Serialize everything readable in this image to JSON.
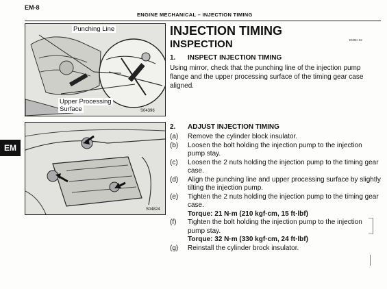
{
  "header": {
    "page_code": "EM-8",
    "section": "ENGINE MECHANICAL – INJECTION TIMING"
  },
  "tab": "EM",
  "figure1": {
    "label_top": "Punching Line",
    "label_bottom_1": "Upper Processing",
    "label_bottom_2": "Surface",
    "code": "S04396"
  },
  "figure2": {
    "code": "S04824"
  },
  "title": "INJECTION TIMING",
  "subtitle": "INSPECTION",
  "doc_code": "EM0K-02",
  "step1": {
    "num": "1.",
    "heading": "INSPECT INJECTION TIMING",
    "text": "Using mirror, check that the punching line of the injection pump flange and the upper processing surface of the timing gear case aligned."
  },
  "step2": {
    "num": "2.",
    "heading": "ADJUST INJECTION TIMING",
    "items": [
      {
        "label": "(a)",
        "text": "Remove the cylinder block insulator."
      },
      {
        "label": "(b)",
        "text": "Loosen the bolt holding the injection pump to the injection pump stay."
      },
      {
        "label": "(c)",
        "text": "Loosen the 2 nuts holding the injection pump to the timing gear case."
      },
      {
        "label": "(d)",
        "text": "Align the punching line and upper processing surface by slightly tilting the injection pump."
      },
      {
        "label": "(e)",
        "text": "Tighten the 2 nuts holding the injection pump to the timing gear case.",
        "torque": "Torque: 21 N·m (210 kgf·cm, 15 ft·lbf)"
      },
      {
        "label": "(f)",
        "text": "Tighten the bolt holding the injection pump to the injection pump stay.",
        "torque": "Torque: 32 N·m (330 kgf·cm, 24 ft·lbf)"
      },
      {
        "label": "(g)",
        "text": "Reinstall the cylinder brock insulator."
      }
    ]
  }
}
